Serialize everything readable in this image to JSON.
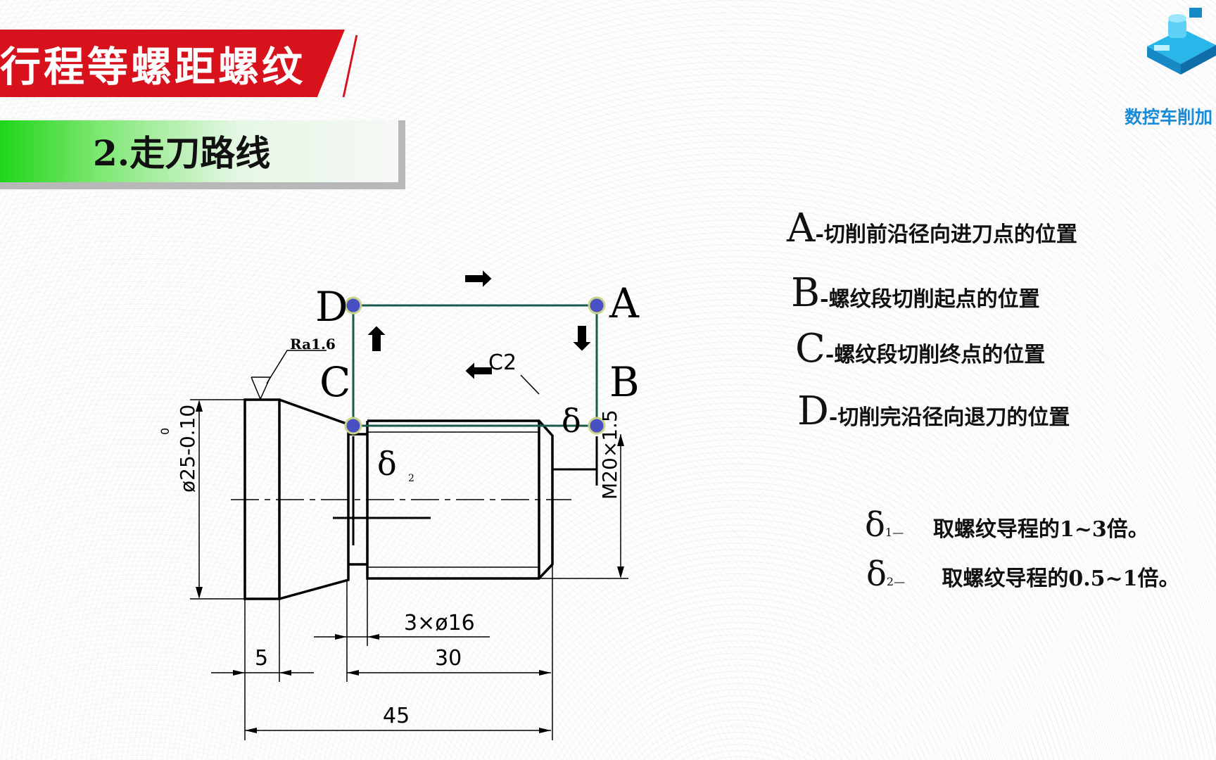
{
  "header": {
    "title": "行程等螺距螺纹",
    "section": "2.走刀路线"
  },
  "logo": {
    "text": "数控车削加",
    "icon": "cnc-lathe-illustration",
    "color": "#1a8bd6"
  },
  "colors": {
    "title_red": "#d8121d",
    "section_green": "#1fd51a",
    "path": "#1d5a4e",
    "point": "#4b4fc4"
  },
  "diagram": {
    "points": {
      "A": "A",
      "B": "B",
      "C": "C",
      "D": "D"
    },
    "roughness": "Ra1.6",
    "chamfer": "C2",
    "dia_tol_upper": "0",
    "dia_label": "ø25-0.10",
    "thread_label": "M20×1.5",
    "groove_label": "3×ø16",
    "dims": {
      "flange": "5",
      "thread": "30",
      "total": "45"
    },
    "delta1": "δ",
    "delta2": "δ",
    "delta2_sub": "2"
  },
  "legend": [
    {
      "letter": "A",
      "text": "-切削前沿径向进刀点的位置"
    },
    {
      "letter": "B",
      "text": "-螺纹段切削起点的位置"
    },
    {
      "letter": "C",
      "text": "-螺纹段切削终点的位置"
    },
    {
      "letter": "D",
      "text": "-切削完沿径向退刀的位置"
    }
  ],
  "notes": [
    {
      "symbol": "δ",
      "sub": "1",
      "dash": "—",
      "text": "取螺纹导程的1~3倍。"
    },
    {
      "symbol": "δ",
      "sub": "2",
      "dash": "—",
      "text": "取螺纹导程的0.5~1倍。"
    }
  ]
}
